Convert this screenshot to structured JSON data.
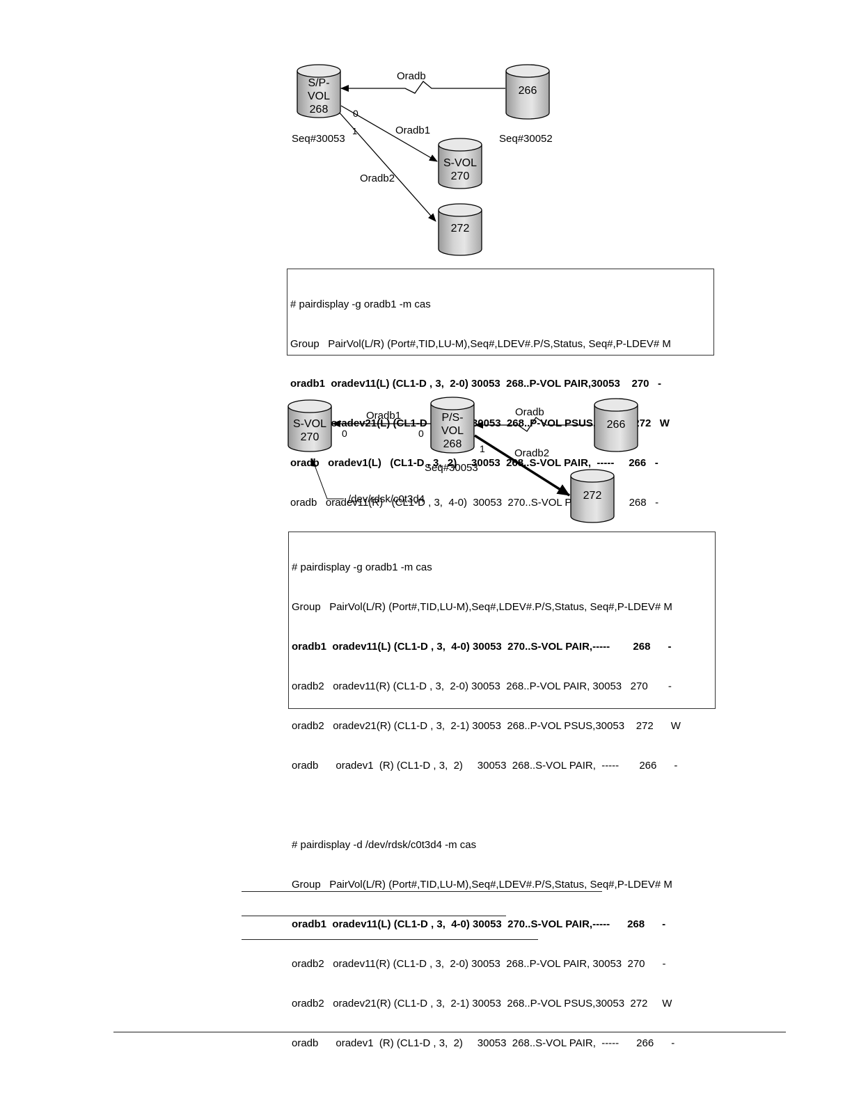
{
  "diagram1": {
    "volumes": [
      {
        "id": "v268",
        "lines": [
          "S/P-",
          "VOL",
          "268"
        ]
      },
      {
        "id": "v266",
        "lines": [
          "266"
        ]
      },
      {
        "id": "v270",
        "lines": [
          "S-VOL",
          "270"
        ]
      },
      {
        "id": "v272",
        "lines": [
          "272"
        ]
      }
    ],
    "labels": {
      "oradb": "Oradb",
      "oradb1": "Oradb1",
      "oradb2": "Oradb2",
      "seq_left": "Seq#30053",
      "seq_right": "Seq#30052",
      "port0": "0",
      "port1": "1"
    },
    "terminal": [
      {
        "bold": false,
        "text": "# pairdisplay -g oradb1 -m cas"
      },
      {
        "bold": false,
        "text": "Group   PairVol(L/R) (Port#,TID,LU-M),Seq#,LDEV#.P/S,Status, Seq#,P-LDEV# M"
      },
      {
        "bold": true,
        "text": "oradb1  oradev11(L) (CL1-D , 3,  2-0) 30053  268..P-VOL PAIR,30053    270   -"
      },
      {
        "bold": true,
        "text": "oradb2  oradev21(L) (CL1-D , 3,  2-1) 30053  268..P-VOL PSUS,30053   272   W"
      },
      {
        "bold": true,
        "text": "oradb   oradev1(L)   (CL1-D , 3,  2)     30053  268..S-VOL PAIR,  -----     266   -"
      },
      {
        "bold": false,
        "text": "oradb   oradev11(R)   (CL1-D , 3,  4-0)  30053  270..S-VOL PAIR,  -----     268   -"
      }
    ]
  },
  "diagram2": {
    "volumes": [
      {
        "id": "v270",
        "lines": [
          "S-VOL",
          "270"
        ]
      },
      {
        "id": "v268",
        "lines": [
          "P/S-",
          "VOL",
          "268"
        ]
      },
      {
        "id": "v266",
        "lines": [
          "266"
        ]
      },
      {
        "id": "v272",
        "lines": [
          "272"
        ]
      }
    ],
    "labels": {
      "oradb1": "Oradb1",
      "oradb": "Oradb",
      "oradb2": "Oradb2",
      "seq": "Seq#30053",
      "device": "/dev/rdsk/c0t3d4",
      "port0a": "0",
      "port0b": "0",
      "port1": "1"
    },
    "terminal": [
      {
        "bold": false,
        "text": "# pairdisplay -g oradb1 -m cas"
      },
      {
        "bold": false,
        "text": "Group   PairVol(L/R) (Port#,TID,LU-M),Seq#,LDEV#.P/S,Status, Seq#,P-LDEV# M"
      },
      {
        "bold": true,
        "text": "oradb1  oradev11(L) (CL1-D , 3,  4-0) 30053  270..S-VOL PAIR,-----        268      -"
      },
      {
        "bold": false,
        "text": "oradb2   oradev11(R) (CL1-D , 3,  2-0) 30053  268..P-VOL PAIR, 30053   270       -"
      },
      {
        "bold": false,
        "text": "oradb2   oradev21(R) (CL1-D , 3,  2-1) 30053  268..P-VOL PSUS,30053    272      W"
      },
      {
        "bold": false,
        "text": "oradb      oradev1  (R) (CL1-D , 3,  2)     30053  268..S-VOL PAIR,  -----       266      -"
      },
      {
        "bold": false,
        "text": ""
      },
      {
        "bold": false,
        "text": "# pairdisplay -d /dev/rdsk/c0t3d4 -m cas"
      },
      {
        "bold": false,
        "text": "Group   PairVol(L/R) (Port#,TID,LU-M),Seq#,LDEV#.P/S,Status, Seq#,P-LDEV# M"
      },
      {
        "bold": true,
        "text": "oradb1  oradev11(L) (CL1-D , 3,  4-0) 30053  270..S-VOL PAIR,-----      268      -"
      },
      {
        "bold": false,
        "text": "oradb2   oradev11(R) (CL1-D , 3,  2-0) 30053  268..P-VOL PAIR, 30053  270      -"
      },
      {
        "bold": false,
        "text": "oradb2   oradev21(R) (CL1-D , 3,  2-1) 30053  268..P-VOL PSUS,30053  272     W"
      },
      {
        "bold": false,
        "text": "oradb      oradev1  (R) (CL1-D , 3,  2)     30053  268..S-VOL PAIR,  -----      266      -"
      }
    ]
  }
}
